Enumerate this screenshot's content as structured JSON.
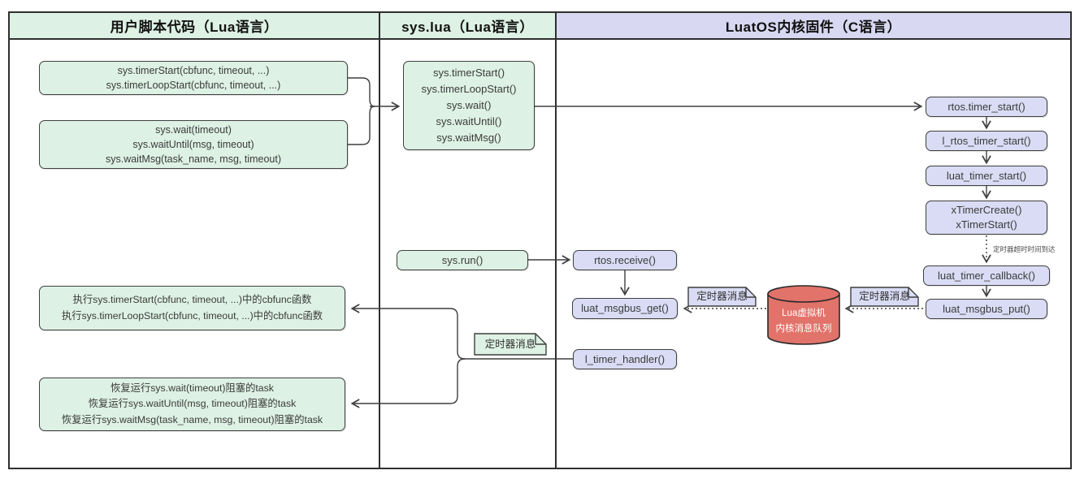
{
  "diagram": {
    "headers": {
      "user": "用户脚本代码（Lua语言）",
      "syslua": "sys.lua（Lua语言）",
      "kernel": "LuatOS内核固件（C语言）"
    },
    "user": {
      "timer_calls": {
        "line1": "sys.timerStart(cbfunc, timeout, ...)",
        "line2": "sys.timerLoopStart(cbfunc, timeout, ...)"
      },
      "wait_calls": {
        "line1": "sys.wait(timeout)",
        "line2": "sys.waitUntil(msg, timeout)",
        "line3": "sys.waitMsg(task_name, msg, timeout)"
      },
      "exec_callback": {
        "line1": "执行sys.timerStart(cbfunc, timeout, ...)中的cbfunc函数",
        "line2": "执行sys.timerLoopStart(cbfunc, timeout, ...)中的cbfunc函数"
      },
      "resume_task": {
        "line1": "恢复运行sys.wait(timeout)阻塞的task",
        "line2": "恢复运行sys.waitUntil(msg, timeout)阻塞的task",
        "line3": "恢复运行sys.waitMsg(task_name, msg, timeout)阻塞的task"
      }
    },
    "syslua": {
      "api_box": {
        "line1": "sys.timerStart()",
        "line2": "sys.timerLoopStart()",
        "line3": "sys.wait()",
        "line4": "sys.waitUntil()",
        "line5": "sys.waitMsg()"
      },
      "run_box": "sys.run()"
    },
    "kernel": {
      "rtos_timer_start": "rtos.timer_start()",
      "l_rtos_timer_start": "l_rtos_timer_start()",
      "luat_timer_start": "luat_timer_start()",
      "xtimer": {
        "line1": "xTimerCreate()",
        "line2": "xTimerStart()"
      },
      "timeout_label": "定时器超时时间到达",
      "luat_timer_callback": "luat_timer_callback()",
      "luat_msgbus_put": "luat_msgbus_put()",
      "rtos_receive": "rtos.receive()",
      "luat_msgbus_get": "luat_msgbus_get()",
      "l_timer_handler": "l_timer_handler()",
      "queue": {
        "line1": "Lua虚拟机",
        "line2": "内核消息队列"
      },
      "msg_note_right": "定时器消息",
      "msg_note_left": "定时器消息",
      "msg_note_green": "定时器消息"
    },
    "colors": {
      "green": "#ddf1e4",
      "lavender": "#d9dcf4",
      "header_lavender": "#d8d8f2",
      "red": "#e2736a",
      "line": "#3f3f3f"
    }
  }
}
